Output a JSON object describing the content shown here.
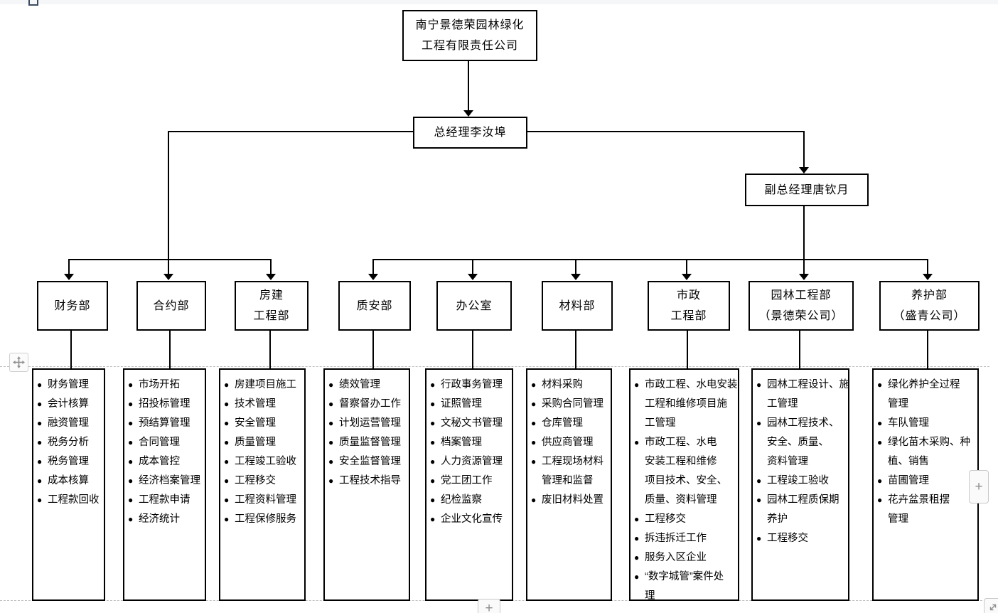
{
  "ui": {
    "bullet": "●",
    "add_row_label": "+",
    "add_column_label": "+",
    "box_border_color": "#000000",
    "gridline_color": "#bdbdbd",
    "toolbar_color": "#f4f6f8"
  },
  "org": {
    "root_title": "南宁景德荣园林绿化\n工程有限责任公司",
    "general_manager": "总经理李汝埠",
    "deputy_general_manager": "副总经理唐钦月",
    "departments": [
      {
        "name": "财务部",
        "title": "财务部",
        "items": [
          "财务管理",
          "会计核算",
          "融资管理",
          "税务分析",
          "税务管理",
          "成本核算",
          "工程款回收"
        ]
      },
      {
        "name": "合约部",
        "title": "合约部",
        "items": [
          "市场开拓",
          "招投标管理",
          "预结算管理",
          "合同管理",
          "成本管控",
          "经济档案管理",
          "工程款申请",
          "经济统计"
        ]
      },
      {
        "name": "房建工程部",
        "title": "房建\n工程部",
        "items": [
          "房建项目施工",
          "技术管理",
          "安全管理",
          "质量管理",
          "工程竣工验收",
          "工程移交",
          "工程资料管理",
          "工程保修服务"
        ]
      },
      {
        "name": "质安部",
        "title": "质安部",
        "items": [
          "绩效管理",
          "督察督办工作",
          "计划运营管理",
          "质量监督管理",
          "安全监督管理",
          "工程技术指导"
        ]
      },
      {
        "name": "办公室",
        "title": "办公室",
        "items": [
          "行政事务管理",
          "证照管理",
          "文秘文书管理",
          "档案管理",
          "人力资源管理",
          "党工团工作",
          "纪检监察",
          "企业文化宣传"
        ]
      },
      {
        "name": "材料部",
        "title": "材料部",
        "items": [
          "材料采购",
          "采购合同管理",
          "仓库管理",
          "供应商管理",
          "工程现场材料\n管理和监督",
          "废旧材料处置"
        ]
      },
      {
        "name": "市政工程部",
        "title": "市政\n工程部",
        "items": [
          "市政工程、水电安装\n工程和维修项目施\n工管理",
          "市政工程、水电\n安装工程和维修\n项目技术、安全、\n质量、资料管理",
          "工程移交",
          "拆违拆迁工作",
          "服务入区企业",
          "“数字城管”案件处\n理"
        ]
      },
      {
        "name": "园林工程部（景德荣公司）",
        "title": "园林工程部\n（景德荣公司）",
        "items": [
          "园林工程设计、施\n工管理",
          "园林工程技术、\n安全、质量、\n资料管理",
          "工程竣工验收",
          "园林工程质保期\n养护",
          "工程移交"
        ]
      },
      {
        "name": "养护部（盛青公司）",
        "title": "养护部\n（盛青公司）",
        "items": [
          "绿化养护全过程\n管理",
          "车队管理",
          "绿化苗木采购、种\n植、销售",
          "苗圃管理",
          "花卉盆景租摆\n管理"
        ]
      }
    ]
  }
}
